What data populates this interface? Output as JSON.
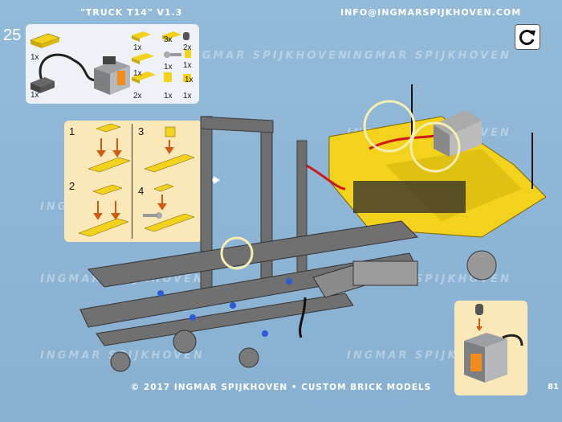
{
  "header": {
    "title": "\"TRUCK T14\" V1.3",
    "email": "INFO@INGMARSPIJKHOVEN.COM"
  },
  "step": "25",
  "parts": [
    {
      "qty": "1x"
    },
    {
      "qty": "1x"
    },
    {
      "qty": "1x"
    },
    {
      "qty": "3x"
    },
    {
      "qty": "2x"
    },
    {
      "qty": "1x"
    },
    {
      "qty": "1x"
    },
    {
      "qty": "1x"
    },
    {
      "qty": "1x"
    },
    {
      "qty": "2x"
    },
    {
      "qty": "1x"
    },
    {
      "qty": "1x"
    }
  ],
  "substeps": [
    "1",
    "2",
    "3",
    "4"
  ],
  "watermark": "INGMAR SPIJKHOVEN",
  "footer": "© 2017 INGMAR SPIJKHOVEN • CUSTOM BRICK MODELS",
  "page_number": "81",
  "icons": [
    "rotate-model-icon"
  ],
  "colors": {
    "background": "#8fb6d6",
    "panel": "#eef1f6",
    "subassembly": "#fbe8b8",
    "callout": "#f5eeb0"
  }
}
